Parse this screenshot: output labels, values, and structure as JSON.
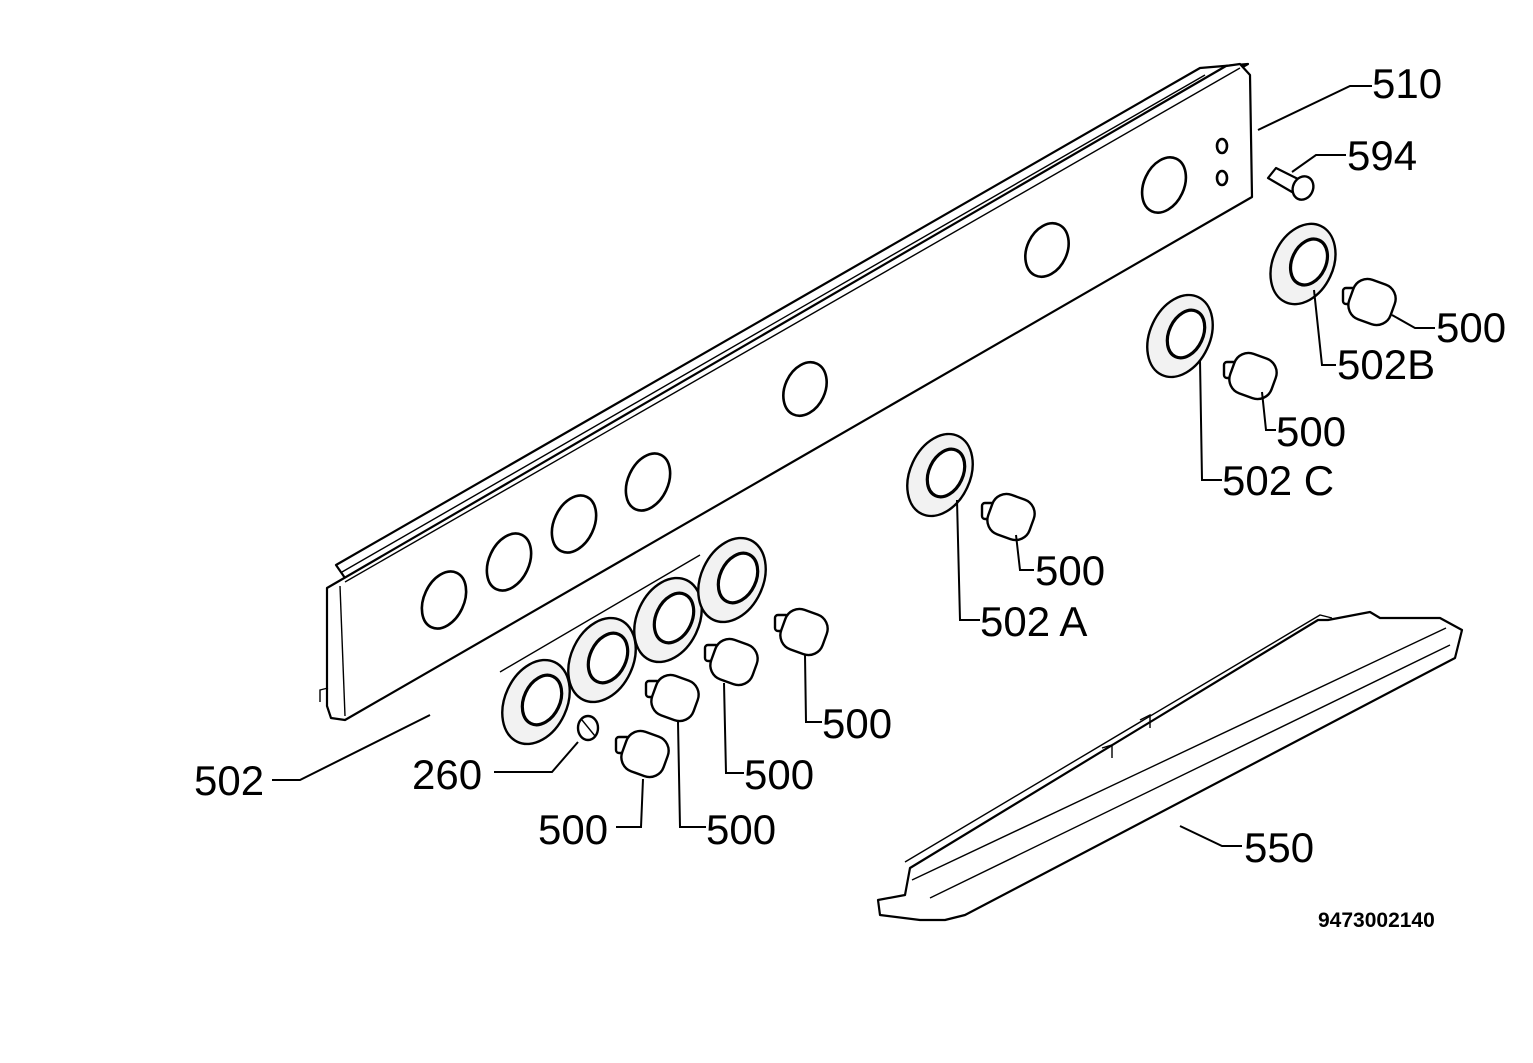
{
  "drawing_code": "9473002140",
  "labels": {
    "p510": "510",
    "p594": "594",
    "p500_b": "500",
    "p502B": "502B",
    "p500_c": "500",
    "p502C": "502 C",
    "p500_a": "500",
    "p502A": "502 A",
    "p500_1": "500",
    "p500_2": "500",
    "p500_3": "500",
    "p500_4": "500",
    "p502": "502",
    "p260": "260",
    "p550": "550"
  }
}
